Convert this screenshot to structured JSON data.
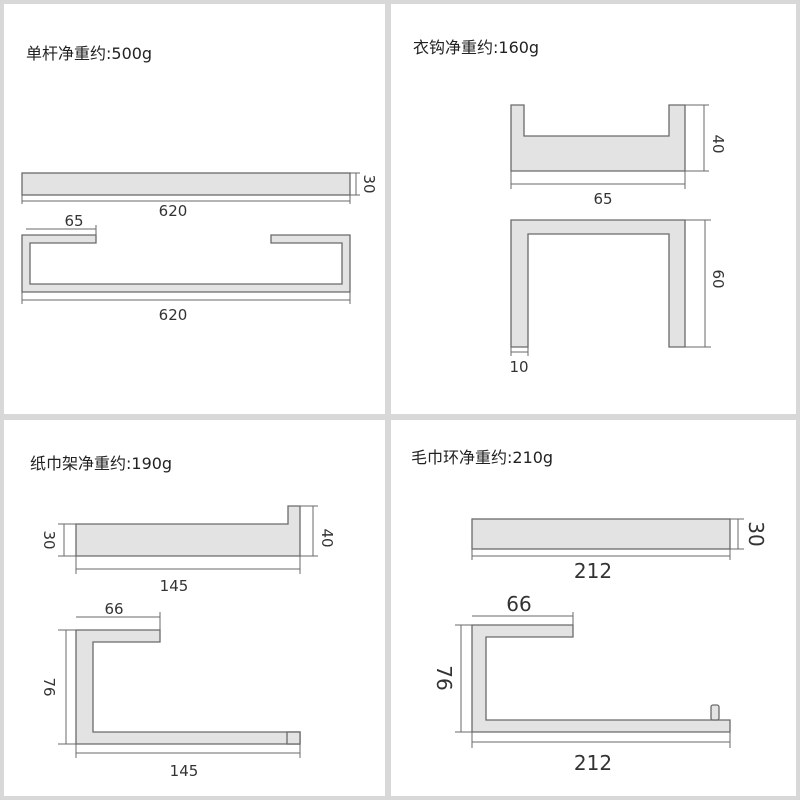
{
  "panels": {
    "bar": {
      "title": "单杆净重约:500g",
      "dim_height": "30",
      "dim_length_top": "620",
      "dim_hook": "65",
      "dim_length_bottom": "620"
    },
    "hook": {
      "title": "衣钩净重约:160g",
      "dim_height": "40",
      "dim_width": "65",
      "dim_depth": "60",
      "dim_thickness": "10"
    },
    "paper": {
      "title": "纸巾架净重约:190g",
      "dim_height_left": "30",
      "dim_height_right": "40",
      "dim_length_top": "145",
      "dim_top_arm": "66",
      "dim_depth": "76",
      "dim_length_bottom": "145"
    },
    "ring": {
      "title": "毛巾环净重约:210g",
      "dim_height": "30",
      "dim_length_top": "212",
      "dim_top_arm": "66",
      "dim_depth": "76",
      "dim_length_bottom": "212"
    }
  }
}
